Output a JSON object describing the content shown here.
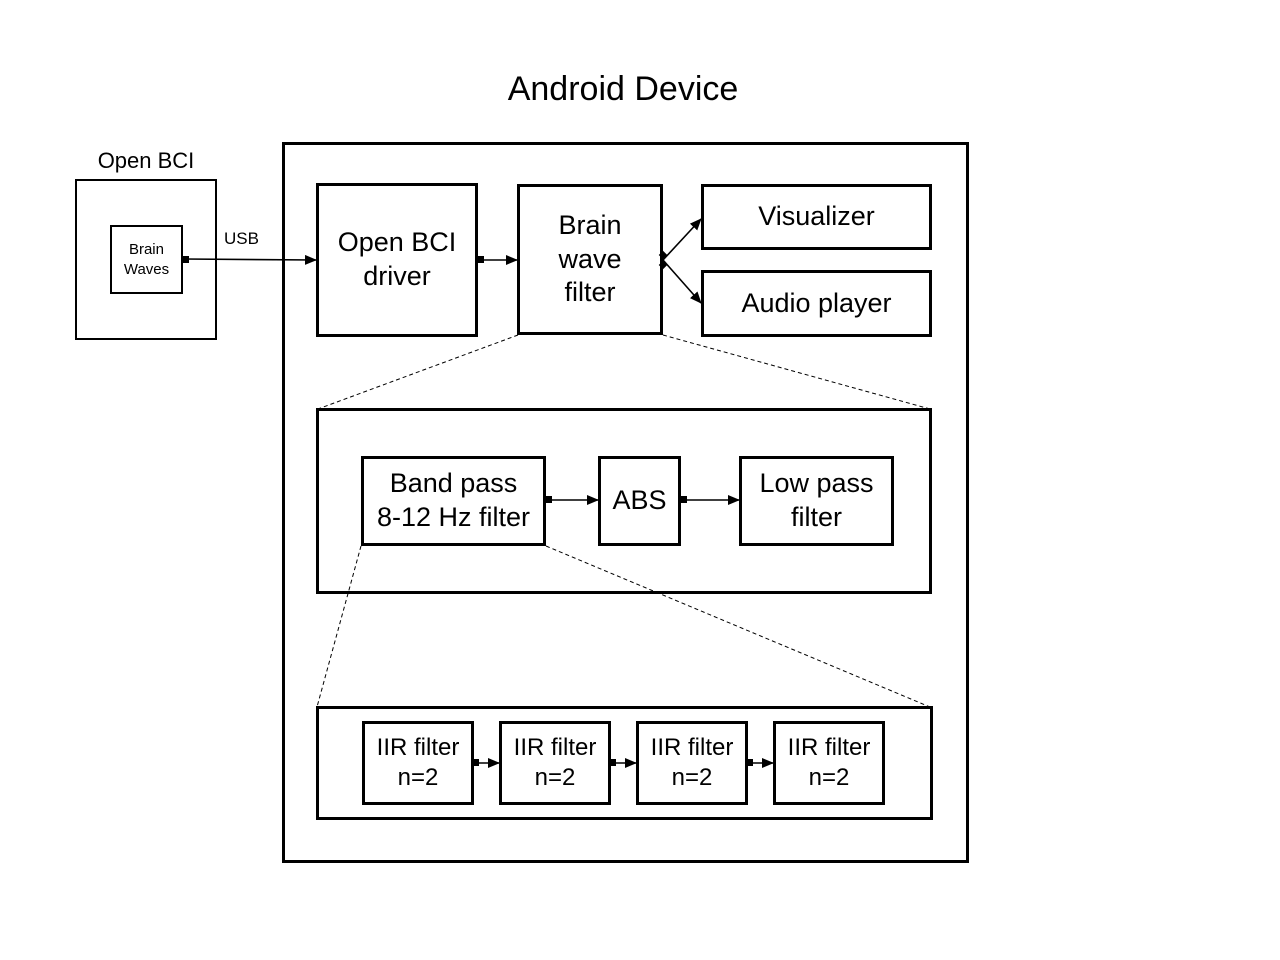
{
  "title": "Android Device",
  "open_bci": {
    "label": "Open BCI",
    "brain_waves": "Brain\nWaves",
    "usb_label": "USB"
  },
  "android": {
    "driver": "Open BCI\ndriver",
    "brain_wave_filter": "Brain\nwave\nfilter",
    "visualizer": "Visualizer",
    "audio_player": "Audio player"
  },
  "filter_chain": {
    "band_pass": "Band pass\n8-12 Hz filter",
    "abs": "ABS",
    "low_pass": "Low pass\nfilter"
  },
  "iir_chain": [
    "IIR filter\nn=2",
    "IIR filter\nn=2",
    "IIR filter\nn=2",
    "IIR filter\nn=2"
  ]
}
